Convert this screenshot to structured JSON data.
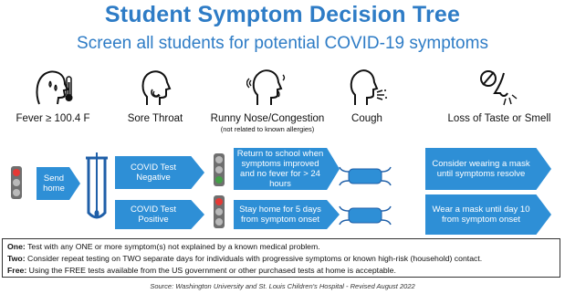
{
  "header": {
    "title": "Student Symptom Decision Tree",
    "subtitle": "Screen all students for potential COVID-19 symptoms"
  },
  "symptoms": [
    {
      "label": "Fever ≥ 100.4 F",
      "icon": "fever-icon"
    },
    {
      "label": "Sore Throat",
      "icon": "sore-throat-icon"
    },
    {
      "label": "Runny Nose/Congestion",
      "note": "(not related to known allergies)",
      "icon": "runny-nose-icon"
    },
    {
      "label": "Cough",
      "icon": "cough-icon"
    },
    {
      "label": "Loss of Taste or Smell",
      "icon": "loss-of-smell-icon"
    }
  ],
  "flow": {
    "send_home": "Send home",
    "test_negative": "COVID Test Negative",
    "test_positive": "COVID Test Positive",
    "negative_result": "Return to school when symptoms improved and no fever for > 24 hours",
    "positive_result": "Stay home for 5 days from symptom onset",
    "negative_mask": "Consider wearing a mask until symptoms resolve",
    "positive_mask": "Wear a mask until day 10 from symptom onset"
  },
  "colors": {
    "accent": "#2e7cc6",
    "arrow": "#2e8fd6",
    "light_red": "#e53935",
    "light_green": "#43a047",
    "light_off": "#b9b9b9"
  },
  "notes": [
    {
      "key": "One:",
      "text": "Test with any ONE or more symptom(s) not explained by a known medical problem."
    },
    {
      "key": "Two:",
      "text": "Consider repeat testing on TWO separate days for individuals with progressive symptoms or known high-risk (household) contact."
    },
    {
      "key": "Free:",
      "text": "Using the FREE tests available from the US government or other purchased tests at home is acceptable."
    }
  ],
  "source": "Source: Washington University and St. Louis Children's Hospital  -  Revised August 2022"
}
